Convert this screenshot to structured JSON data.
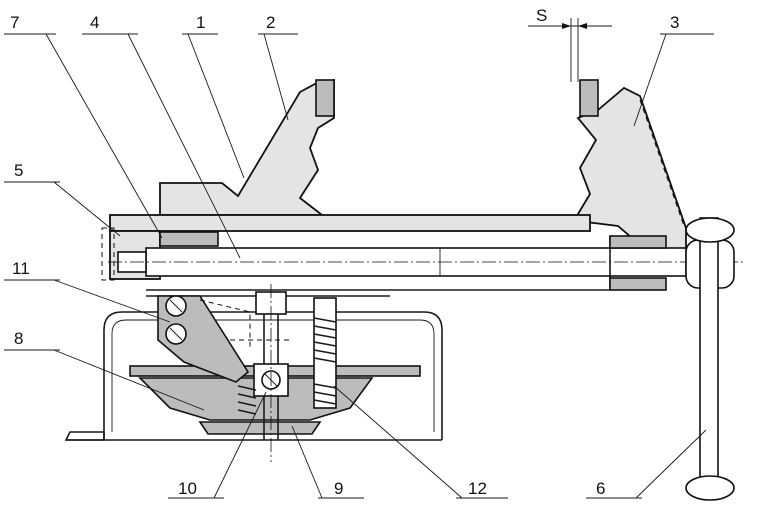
{
  "callouts": [
    {
      "id": "7",
      "label": "7"
    },
    {
      "id": "4",
      "label": "4"
    },
    {
      "id": "1",
      "label": "1"
    },
    {
      "id": "2",
      "label": "2"
    },
    {
      "id": "3",
      "label": "3"
    },
    {
      "id": "5",
      "label": "5"
    },
    {
      "id": "11",
      "label": "11"
    },
    {
      "id": "8",
      "label": "8"
    },
    {
      "id": "10",
      "label": "10"
    },
    {
      "id": "9",
      "label": "9"
    },
    {
      "id": "12",
      "label": "12"
    },
    {
      "id": "6",
      "label": "6"
    }
  ],
  "gap_dimension": {
    "label": "S"
  }
}
